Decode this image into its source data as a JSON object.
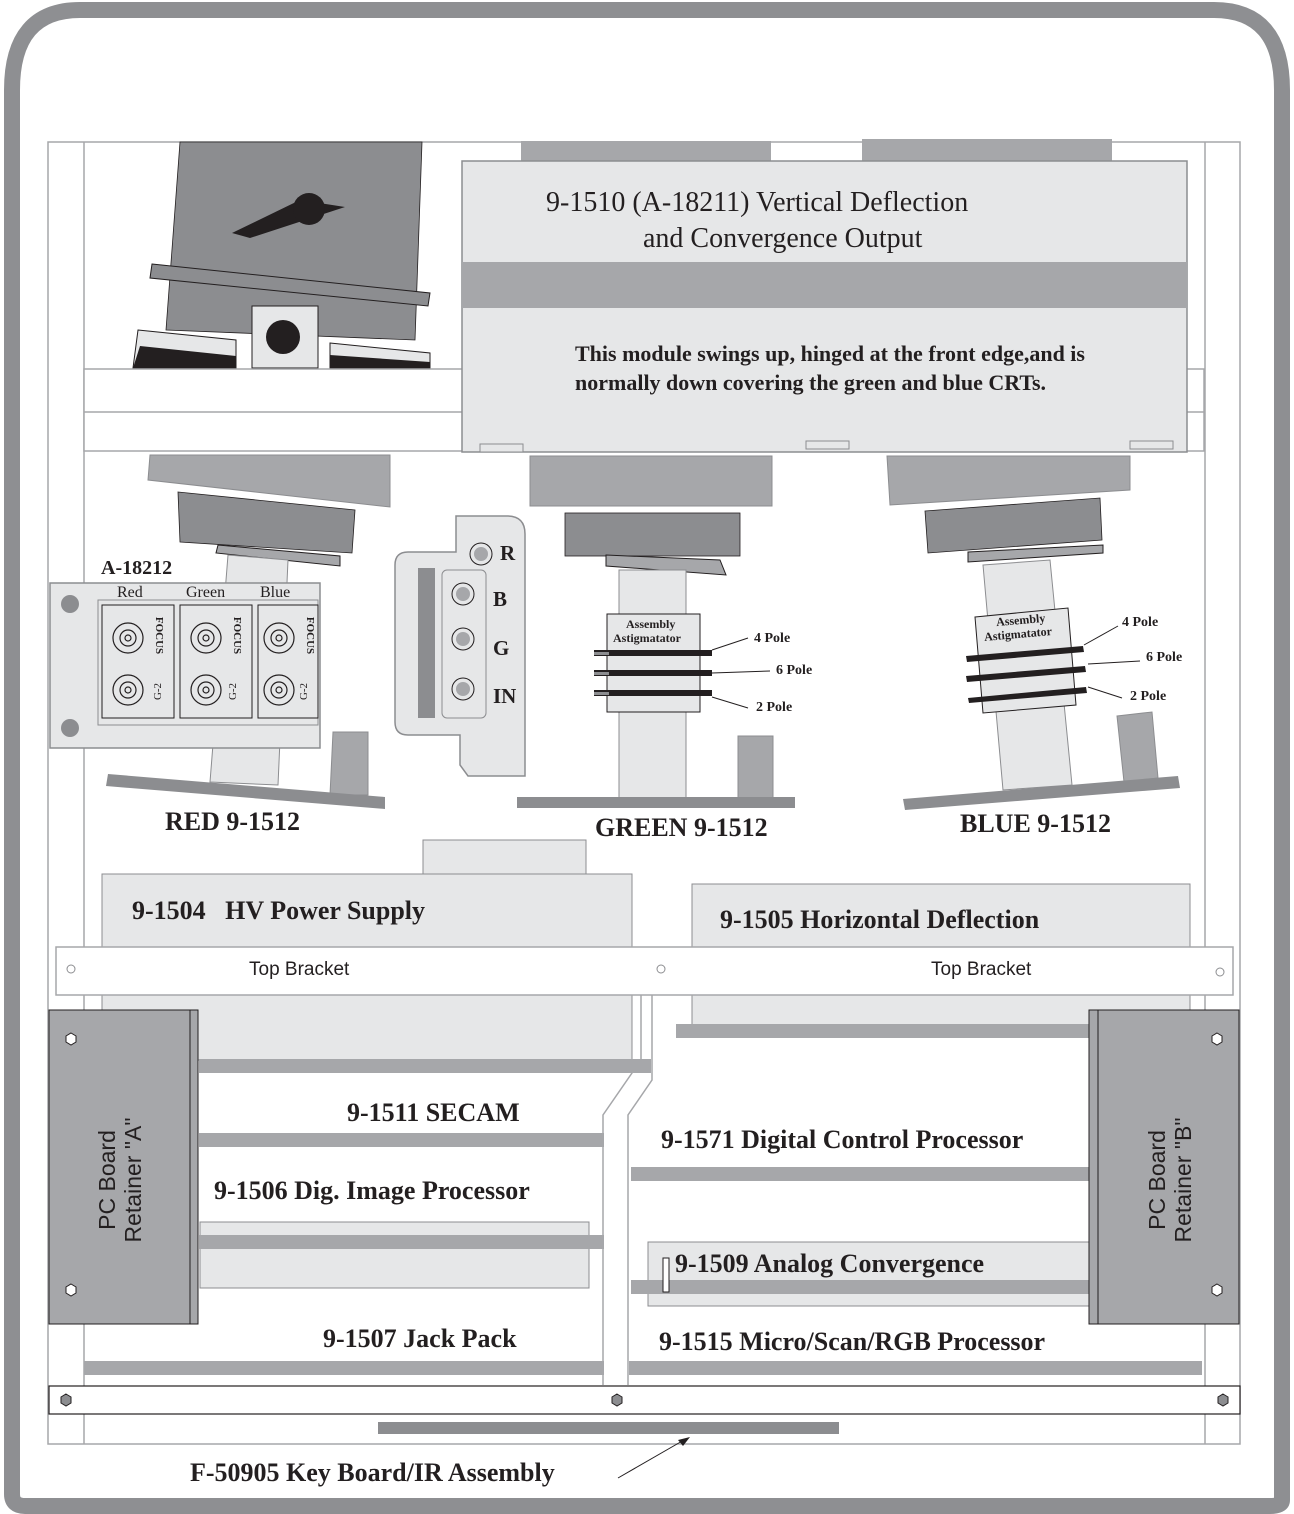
{
  "modules": {
    "vertical_deflection": {
      "title_line1": "9-1510 (A-18211)  Vertical Deflection",
      "title_line2": "and Convergence Output",
      "note_line1": "This module swings up, hinged at the front edge,and is",
      "note_line2": "normally down covering the green and blue CRTs."
    },
    "hv_power": "9-1504   HV Power Supply",
    "horizontal_deflection": "9-1505 Horizontal Deflection",
    "secam": "9-1511 SECAM",
    "dig_image": "9-1506 Dig. Image Processor",
    "jack_pack": "9-1507 Jack Pack",
    "digital_control": "9-1571 Digital Control Processor",
    "analog_convergence": "9-1509 Analog Convergence",
    "micro_scan": "9-1515 Micro/Scan/RGB Processor",
    "keyboard": "F-50905 Key Board/IR Assembly"
  },
  "brackets": {
    "left": "Top Bracket",
    "right": "Top Bracket"
  },
  "retainers": {
    "a": {
      "line1": "PC Board",
      "line2": "Retainer \"A\""
    },
    "b": {
      "line1": "PC Board",
      "line2": "Retainer \"B\""
    }
  },
  "crts": {
    "red": "RED 9-1512",
    "green": "GREEN 9-1512",
    "blue": "BLUE 9-1512"
  },
  "focus_block": {
    "title": "A-18212",
    "columns": [
      "Red",
      "Green",
      "Blue"
    ],
    "focus_label": "FOCUS",
    "g2_label": "G-2"
  },
  "connector": {
    "pins": [
      "R",
      "B",
      "G",
      "IN"
    ]
  },
  "astigmatator": {
    "label_line1": "Assembly",
    "label_line2": "Astigmatator",
    "poles": [
      "4 Pole",
      "6 Pole",
      "2 Pole"
    ]
  },
  "colors": {
    "outline": "#8e8f92",
    "dark_gray": "#8c8d90",
    "mid_gray": "#a6a7aa",
    "light_gray": "#e6e7e8",
    "text": "#231f20"
  }
}
